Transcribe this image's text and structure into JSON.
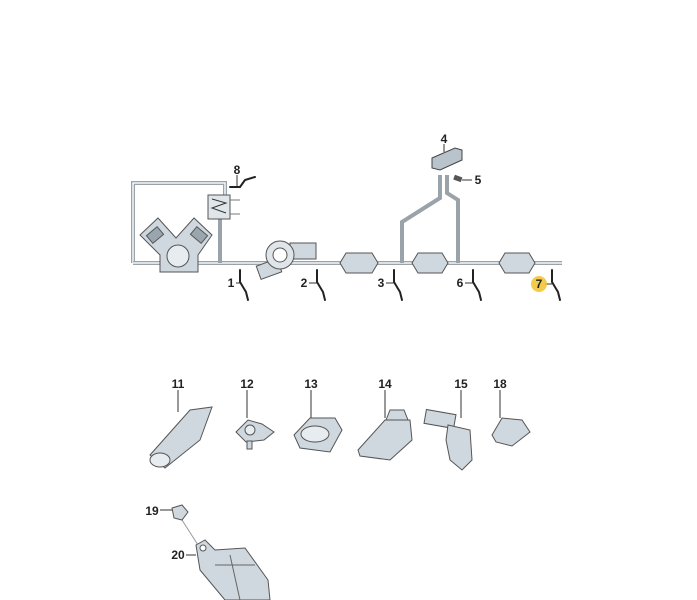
{
  "diagram": {
    "title": "Exhaust gas sensors and mounting parts",
    "highlight_color": "#f2c12e",
    "callouts_system": [
      {
        "id": "8",
        "label": "8"
      },
      {
        "id": "4",
        "label": "4"
      },
      {
        "id": "5",
        "label": "5"
      },
      {
        "id": "1",
        "label": "1"
      },
      {
        "id": "2",
        "label": "2"
      },
      {
        "id": "3",
        "label": "3"
      },
      {
        "id": "6",
        "label": "6"
      },
      {
        "id": "7",
        "label": "7",
        "highlighted": true
      }
    ],
    "callouts_parts": [
      {
        "id": "11",
        "label": "11"
      },
      {
        "id": "12",
        "label": "12"
      },
      {
        "id": "13",
        "label": "13"
      },
      {
        "id": "14",
        "label": "14"
      },
      {
        "id": "15",
        "label": "15"
      },
      {
        "id": "18",
        "label": "18"
      },
      {
        "id": "19",
        "label": "19"
      },
      {
        "id": "20",
        "label": "20"
      }
    ]
  }
}
